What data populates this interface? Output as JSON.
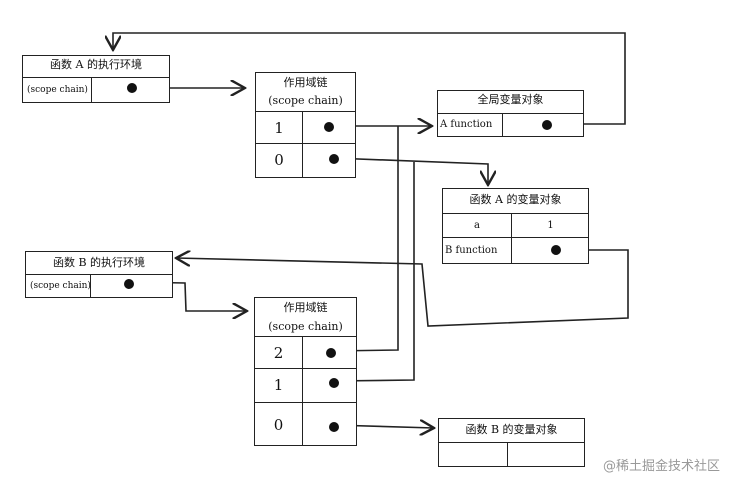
{
  "env_a": {
    "title": "函数 A 的执行环境",
    "row_label": "(scope chain)"
  },
  "env_b": {
    "title": "函数 B 的执行环境",
    "row_label": "(scope chain)"
  },
  "scope_chain_1": {
    "title": "作用域链",
    "subtitle": "(scope chain)",
    "indices": [
      "1",
      "0"
    ]
  },
  "scope_chain_2": {
    "title": "作用域链",
    "subtitle": "(scope chain)",
    "indices": [
      "2",
      "1",
      "0"
    ]
  },
  "global_obj": {
    "title": "全局变量对象",
    "row_label": "A function"
  },
  "var_obj_a": {
    "title": "函数 A 的变量对象",
    "rows": [
      {
        "key": "a",
        "value": "1"
      },
      {
        "key": "B function",
        "value": ""
      }
    ]
  },
  "var_obj_b": {
    "title": "函数 B 的变量对象"
  },
  "watermark": "@稀土掘金技术社区"
}
